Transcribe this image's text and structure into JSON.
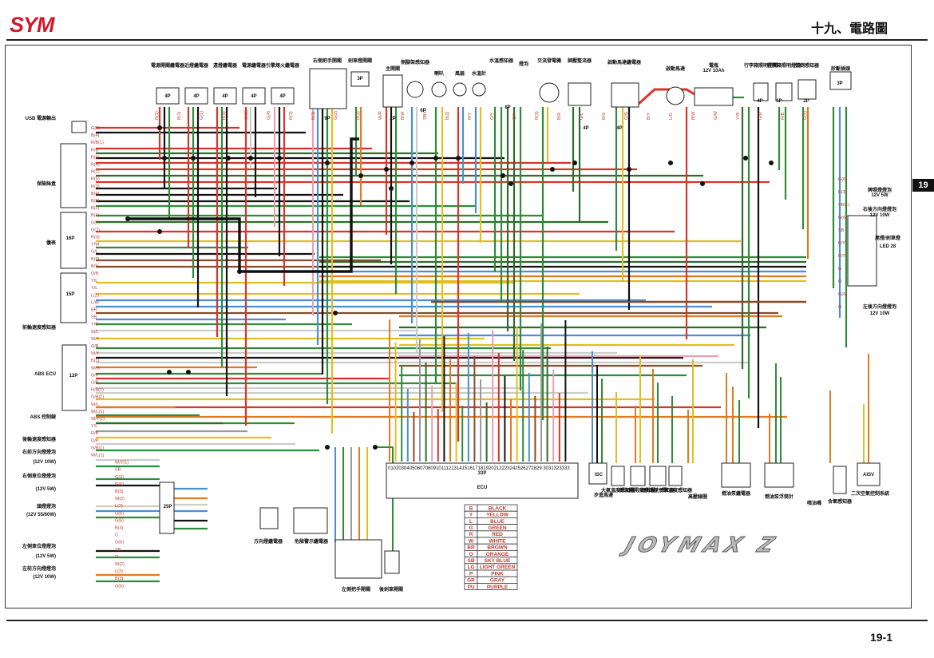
{
  "header": {
    "logo": "SYM",
    "chapter_title": "十九、電路圖",
    "side_tab": "19",
    "page_number": "19-1"
  },
  "brand_logo": "JOYMAX Z",
  "colors": {
    "brand_red": "#d3182a",
    "wire_green": "#2e8b3a",
    "wire_darkgreen": "#2f6b2f",
    "wire_red": "#d8352a",
    "wire_black": "#111111",
    "wire_blue": "#4a8fd0",
    "wire_yellow": "#e0c020",
    "wire_orange": "#e07a20",
    "wire_brown": "#8a4a2a",
    "wire_gray": "#9a9a9a",
    "wire_pink": "#e8a0b0",
    "wire_white": "#cccccc"
  },
  "components_top": [
    "電源開關繼電器",
    "近燈繼電器",
    "遠燈繼電器",
    "電源繼電器",
    "引擎熄火繼電器",
    "右側把手開關",
    "剎車燈開關",
    "主開關",
    "側腳架感知器",
    "喇叭",
    "風扇",
    "水溫計",
    "水溫感知器",
    "燈泡",
    "交流發電機",
    "調壓整流器",
    "啟動馬達繼電器",
    "啟動馬達",
    "電瓶",
    "12V 10Ah",
    "行李箱照明開關",
    "行李箱照明燈泡",
    "傾倒感知器",
    "診斷插頭"
  ],
  "components_left": [
    "USB 電源輸出",
    "保險絲盒",
    "儀表",
    "前輪速度感知器",
    "ABS ECU",
    "ABS 控制線",
    "後輪速度感知器",
    "右前方向燈燈泡",
    "(12V 10W)",
    "右側車位燈燈泡",
    "(12V 5W)",
    "頭燈燈泡",
    "(12V 55/60W)",
    "左側車位燈燈泡",
    "(12V 5W)",
    "左前方向燈燈泡",
    "(12V 10W)"
  ],
  "components_right": [
    "牌照燈燈泡",
    "12V 5W",
    "右後方向燈燈泡",
    "12V 10W",
    "尾燈/剎車燈",
    "LED 28",
    "左後方向燈燈泡",
    "12V 10W"
  ],
  "components_bottom": [
    "方向燈繼電器",
    "危險警示繼電器",
    "左側把手開關",
    "後剎車開關",
    "ECU",
    "33P",
    "ISC",
    "步進馬達",
    "大氣溫度感知器",
    "節流閥開度感知器",
    "絕對壓力感知器",
    "引擎溫度感知器",
    "高壓線圈",
    "燃油泵繼電器",
    "燃油泵浮筒計",
    "噴油嘴",
    "含氧感知器",
    "二次空氣控制系統",
    "AISV"
  ],
  "connector_labels": [
    "4P",
    "4P",
    "4P",
    "4P",
    "4P",
    "9P",
    "3P",
    "2P",
    "6P",
    "8P",
    "4P",
    "4P",
    "4P",
    "1P",
    "2P",
    "3P",
    "16P",
    "15P",
    "12P",
    "25P"
  ],
  "wire_codes_left": [
    "G(5)",
    "B(4)",
    "R/B(1)",
    "R/B",
    "R(1)",
    "R(4)",
    "R(2)",
    "R(5)",
    "R(3)",
    "B(4)",
    "B(3)",
    "B(2)",
    "B(1)",
    "G(7)",
    "G(7)",
    "R(3)",
    "Y/W",
    "G/L",
    "B(2)",
    "B/Y",
    "O/B",
    "Y/L",
    "Y/L",
    "L(2)",
    "L/W",
    "BR",
    "SB",
    "Y/G",
    "W/L",
    "W/Y",
    "G/B",
    "W/Y",
    "B(1)",
    "W/G",
    "O/P",
    "G/B",
    "R/B(1)",
    "G/B(2)",
    "W/L",
    "W/L(1)",
    "W/Y(1)",
    "Y/L",
    "R/B",
    "O/P",
    "G/B(1)",
    "W/L(1)",
    "W/Y(1)",
    "SB",
    "G(6)",
    "G(6)",
    "B(3)",
    "W(2)",
    "L(2)",
    "G(6)",
    "G(6)",
    "B(3)",
    "O",
    "G(6)",
    "SB",
    "O",
    "W(2)",
    "L(2)",
    "B(3)",
    "G(6)"
  ],
  "wire_codes_right": [
    "G(6)",
    "B(3)",
    "SB(1)",
    "G(6)",
    "SB",
    "B/Y",
    "R/Y",
    "G",
    "O",
    "G(6)",
    "O"
  ],
  "color_legend": [
    {
      "code": "B",
      "name": "BLACK"
    },
    {
      "code": "Y",
      "name": "YELLOW"
    },
    {
      "code": "L",
      "name": "BLUE"
    },
    {
      "code": "G",
      "name": "GREEN"
    },
    {
      "code": "R",
      "name": "RED"
    },
    {
      "code": "W",
      "name": "WHITE"
    },
    {
      "code": "BR",
      "name": "BROWN"
    },
    {
      "code": "O",
      "name": "ORANGE"
    },
    {
      "code": "SB",
      "name": "SKY BLUE"
    },
    {
      "code": "LG",
      "name": "LIGHT GREEN"
    },
    {
      "code": "P",
      "name": "PINK"
    },
    {
      "code": "GR",
      "name": "GRAY"
    },
    {
      "code": "PU",
      "name": "PURPLE"
    }
  ],
  "ecu_pins": "0102030405060708091011121314151617181920212223242526272829 3031323333"
}
